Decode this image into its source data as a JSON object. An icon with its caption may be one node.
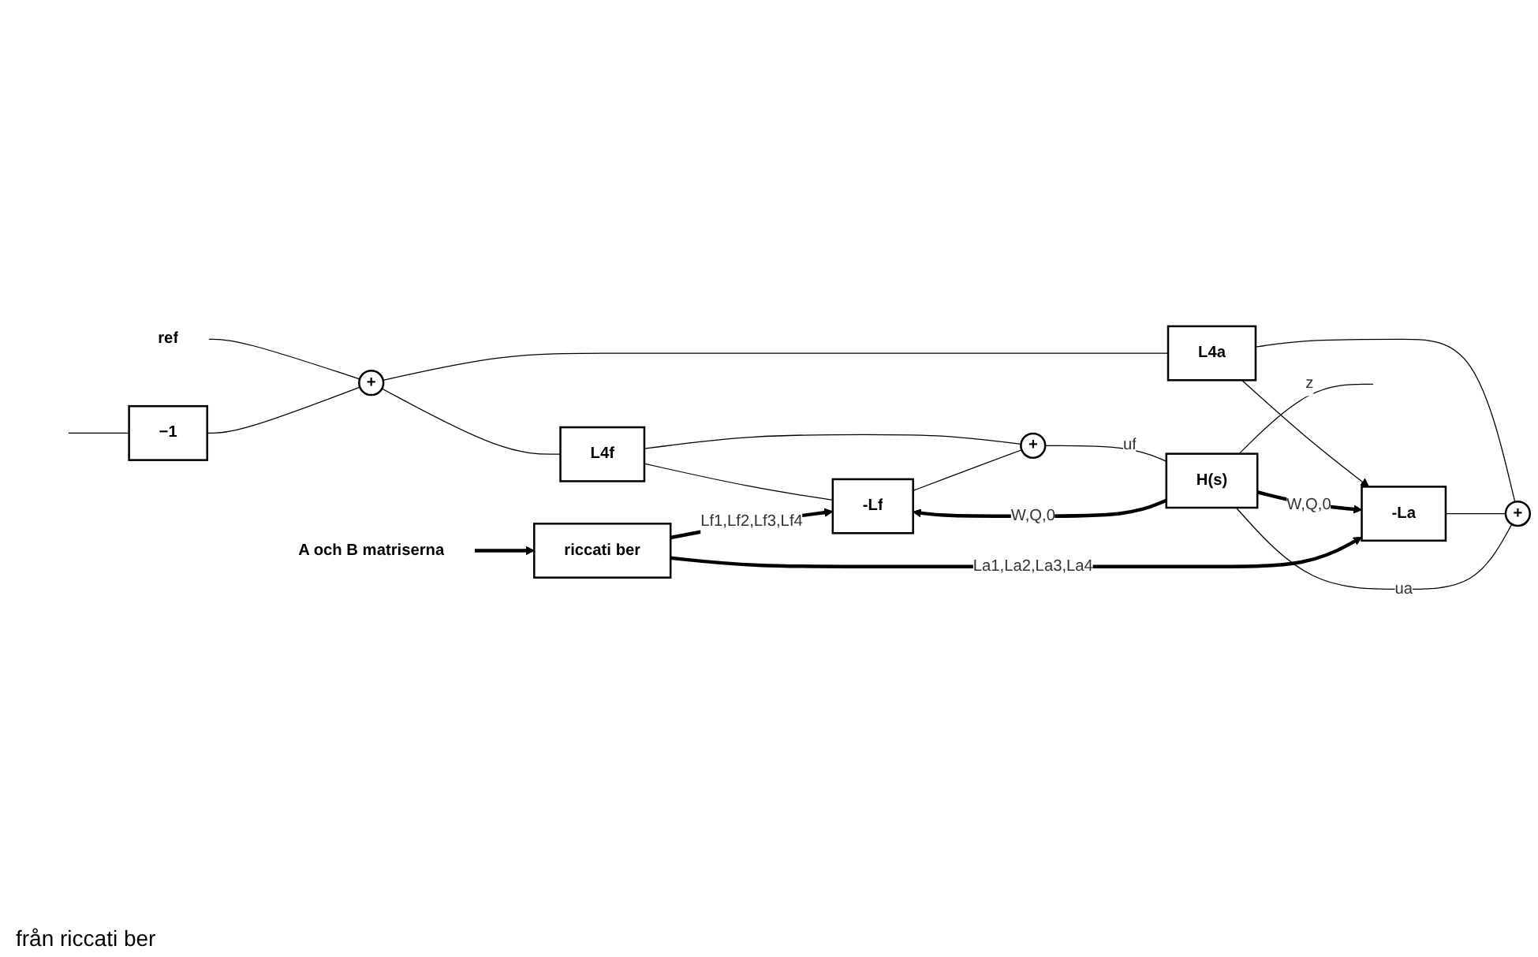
{
  "diagram": {
    "nodes": [
      {
        "text": [
          "ref"
        ]
      },
      {
        "text": [
          "+"
        ]
      },
      {
        "text": [
          "L4a"
        ]
      },
      {
        "text": [
          "L4f"
        ]
      },
      {
        "text": [
          "-La"
        ]
      },
      {
        "text": [
          "+"
        ]
      },
      {
        "text": [
          "+"
        ]
      },
      {
        "text": [
          "H(s)"
        ]
      },
      {
        "text": [
          "-Lf"
        ]
      },
      {
        "text": [
          "A och B matriserna"
        ]
      },
      {
        "text": [
          "riccati ber"
        ]
      },
      {
        "text": [
          "−1"
        ]
      }
    ],
    "edges": [
      {
        "from": 0,
        "to": 1,
        "arrow": "none"
      },
      {
        "from": 1,
        "to": 2,
        "arrow": "none"
      },
      {
        "from": 1,
        "to": 3,
        "arrow": "none"
      },
      {
        "from": 2,
        "to": 5,
        "arrow": "none"
      },
      {
        "from": 3,
        "to": 6,
        "arrow": "none"
      },
      {
        "from": 2,
        "to": 4,
        "arrow": "to"
      },
      {
        "from": 4,
        "to": 5,
        "arrow": "none"
      },
      {
        "from": 3,
        "to": 8,
        "arrow": "none"
      },
      {
        "from": 8,
        "to": 6,
        "arrow": "none"
      },
      {
        "from": 5,
        "to": 7,
        "label": "ua",
        "arrow": "none"
      },
      {
        "from": 6,
        "to": 7,
        "label": "uf",
        "arrow": "none"
      },
      {
        "from": 7,
        "to": 4,
        "label": "W,Q,0",
        "arrow": "to",
        "style": "thick"
      },
      {
        "from": 7,
        "to": 8,
        "label": "W,Q,0",
        "arrow": "to",
        "style": "thick"
      },
      {
        "from": 7,
        "to": null,
        "label": "z",
        "arrow": "none"
      },
      {
        "from": 9,
        "to": 10,
        "arrow": "to",
        "style": "thick"
      },
      {
        "from": 10,
        "to": 8,
        "label": "Lf1,Lf2,Lf3,Lf4",
        "arrow": "to",
        "style": "thick"
      },
      {
        "from": 10,
        "to": 4,
        "label": "La1,La2,La3,La4",
        "arrow": "to",
        "style": "thick"
      },
      {
        "from": null,
        "to": 11,
        "arrow": "none"
      },
      {
        "from": 11,
        "to": 1,
        "arrow": "none"
      }
    ],
    "labels": [
      "från riccati ber"
    ]
  }
}
